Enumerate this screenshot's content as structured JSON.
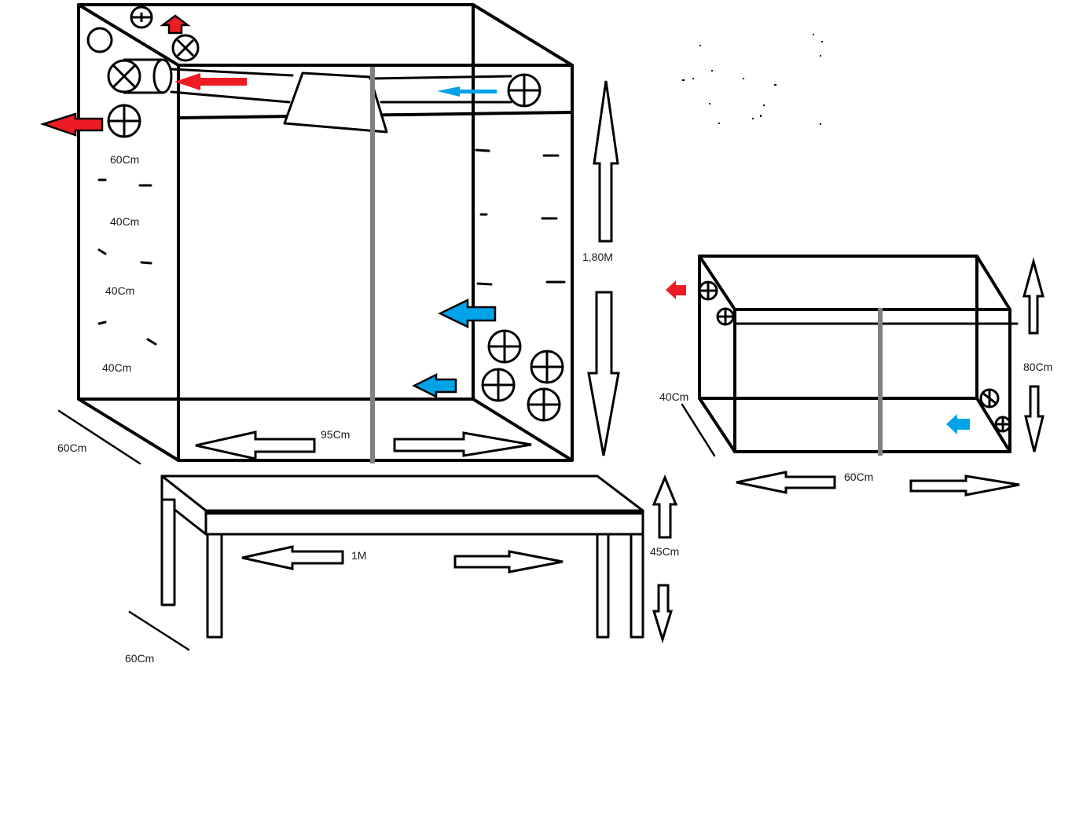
{
  "labels": {
    "shelf_top": "60Cm",
    "shelf_mid1": "40Cm",
    "shelf_mid2": "40Cm",
    "shelf_bottom": "40Cm",
    "tent_height": "1,80M",
    "tent_width": "95Cm",
    "tent_depth": "60Cm",
    "table_width": "1M",
    "table_height": "45Cm",
    "table_depth": "60Cm",
    "box_height": "80Cm",
    "box_depth": "40Cm",
    "box_width": "60Cm"
  },
  "colors": {
    "outline": "#000000",
    "exhaust_arrow": "#ed1c24",
    "intake_arrow": "#00a2e8",
    "hanging_rod": "#808080"
  },
  "icons": [
    "fan-icon",
    "exhaust-arrow-icon",
    "intake-arrow-icon",
    "lamp-reflector-icon",
    "carbon-filter-icon"
  ]
}
